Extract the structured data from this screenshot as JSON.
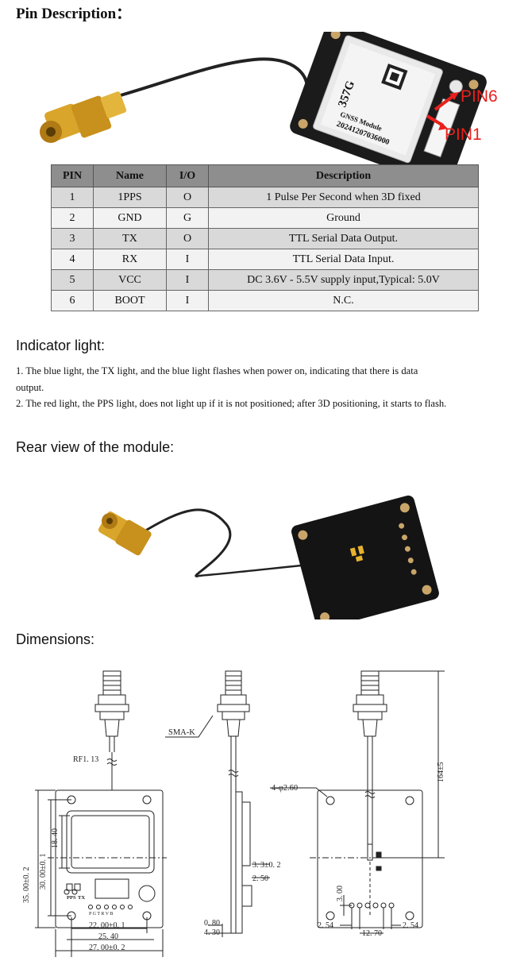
{
  "pin_section": {
    "title": "Pin Description："
  },
  "module_photo": {
    "model": "357G",
    "module_name": "GNSS Module",
    "serial": "20241207036000",
    "pin6_label": "PIN6",
    "pin1_label": "PIN1"
  },
  "pin_table": {
    "headers": [
      "PIN",
      "Name",
      "I/O",
      "Description"
    ],
    "rows": [
      [
        "1",
        "1PPS",
        "O",
        "1 Pulse Per Second when 3D fixed"
      ],
      [
        "2",
        "GND",
        "G",
        "Ground"
      ],
      [
        "3",
        "TX",
        "O",
        "TTL Serial Data Output."
      ],
      [
        "4",
        "RX",
        "I",
        "TTL Serial Data Input."
      ],
      [
        "5",
        "VCC",
        "I",
        "DC 3.6V - 5.5V supply input,Typical: 5.0V"
      ],
      [
        "6",
        "BOOT",
        "I",
        "N.C."
      ]
    ]
  },
  "indicator": {
    "title": "Indicator light:",
    "line1a": "1. The blue light, the TX light, and the blue light flashes when power on, indicating that there is data",
    "line1b": "output.",
    "line2": "2. The red light, the PPS light, does not light up if it is not positioned; after 3D positioning, it starts to flash."
  },
  "rear": {
    "title": "Rear view of the module:"
  },
  "dimensions": {
    "title": "Dimensions:",
    "rf": "RF1. 13",
    "height_outer": "35. 00±0. 2",
    "height_inner": "30. 00±0. 1",
    "screen_h": "18. 40",
    "w_inner": "22. 00±0. 1",
    "w_pitch": "25. 40",
    "w_outer": "27. 00±0. 2",
    "sma": "SMA-K",
    "thick1": "3. 3±0. 2",
    "thick2": "2. 50",
    "t3": "0. 80",
    "t4": "4. 30",
    "holes": "4-φ2.60",
    "cable_len": "164±5",
    "pin_off": "3. 00",
    "pitch_l": "2. 54",
    "pin_span": "12. 70",
    "pitch_r": "2. 54",
    "pps": "PPS",
    "tx": "TX",
    "pin_names": "P G T R V B"
  }
}
